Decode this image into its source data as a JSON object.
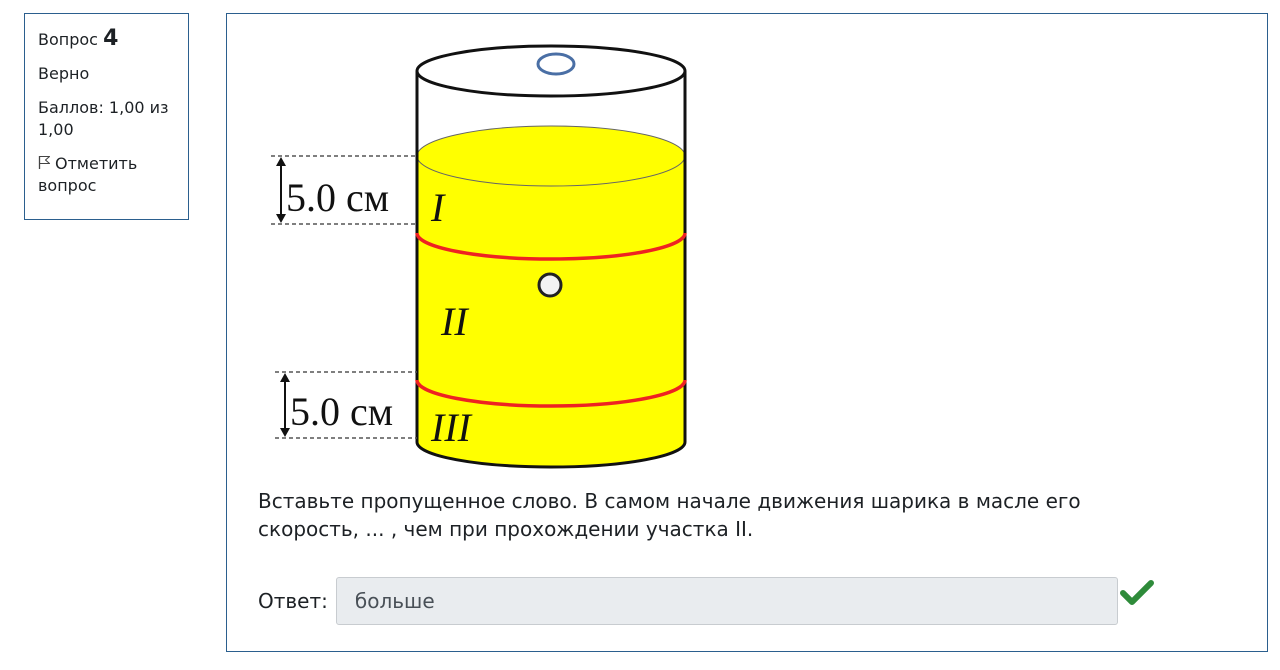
{
  "info": {
    "question_prefix": "Вопрос",
    "question_number": "4",
    "state": "Верно",
    "grade": "Баллов: 1,00 из 1,00",
    "flag_label": "Отметить вопрос",
    "flag_icon": "flag-outline-icon"
  },
  "figure": {
    "top_measure": "5.0 см",
    "bottom_measure": "5.0 см",
    "section_1": "I",
    "section_2": "II",
    "section_3": "III",
    "liquid_color": "#ffff00",
    "boundary_color": "#ee2222"
  },
  "question": {
    "text": "Вставьте пропущенное слово. В самом начале движения шарика в масле его скорость, ... , чем при прохождении участка II."
  },
  "answer": {
    "label": "Ответ:",
    "value": "больше",
    "status_icon": "check-icon",
    "status_color": "#2e8b3a"
  }
}
